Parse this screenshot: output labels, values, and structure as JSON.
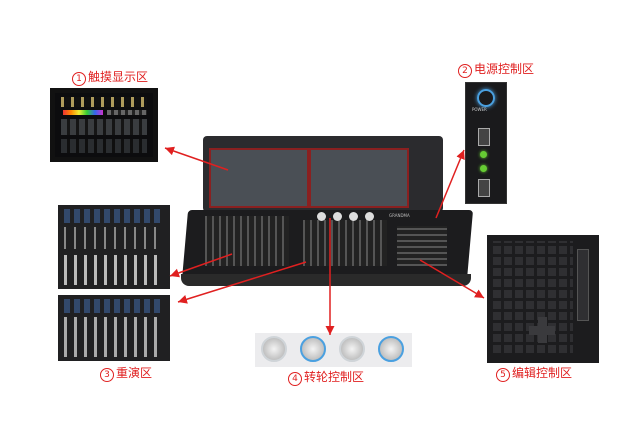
{
  "labels": {
    "touch": {
      "num": "1",
      "text": "触摸显示区"
    },
    "power": {
      "num": "2",
      "text": "电源控制区"
    },
    "playback": {
      "num": "3",
      "text": "重演区"
    },
    "wheel": {
      "num": "4",
      "text": "转轮控制区"
    },
    "edit": {
      "num": "5",
      "text": "编辑控制区"
    }
  },
  "power_panel": {
    "caption": "POWER"
  },
  "console": {
    "brand": "GRANDMA"
  },
  "colors": {
    "accent": "#e02020",
    "panel": "#1a1a1c",
    "screen": "#2a2e33"
  },
  "icons": {
    "power": "power-icon",
    "usb": "usb-icon",
    "led": "status-led-icon",
    "wheel": "encoder-knob-icon"
  }
}
